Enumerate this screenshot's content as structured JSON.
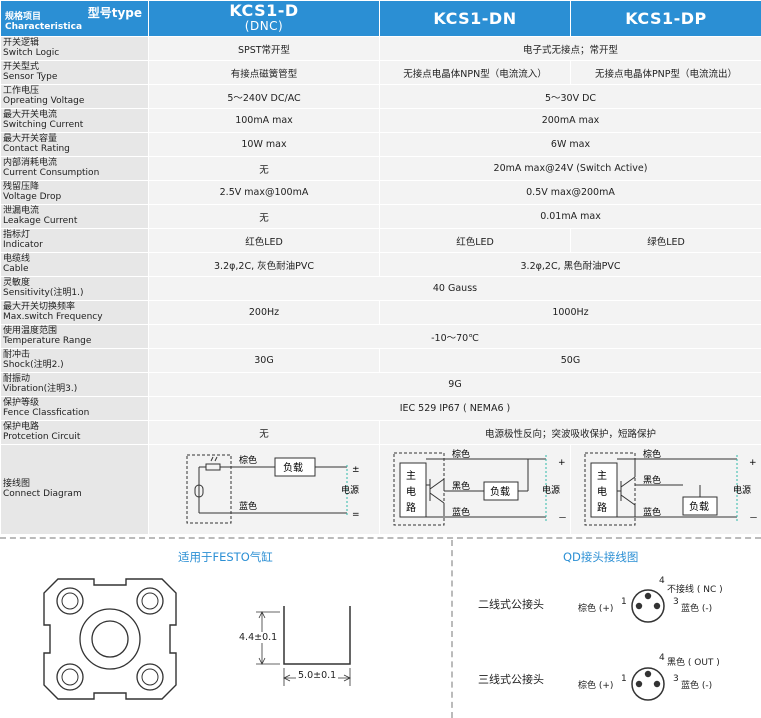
{
  "header": {
    "type_label": "型号type",
    "item_cn": "规格项目",
    "item_en": "Characteristica",
    "models": [
      {
        "name": "KCS1-D",
        "sub": "(DNC)"
      },
      {
        "name": "KCS1-DN"
      },
      {
        "name": "KCS1-DP"
      }
    ]
  },
  "rows": [
    {
      "cn": "开关逻辑",
      "en": "Switch Logic",
      "d": "SPST常开型",
      "n": "电子式无接点；常开型"
    },
    {
      "cn": "开关型式",
      "en": "Sensor Type",
      "d": "有接点磁簧管型",
      "n": "无接点电晶体NPN型（电流流入）",
      "p": "无接点电晶体PNP型（电流流出）"
    },
    {
      "cn": "工作电压",
      "en": "Opreating Voltage",
      "d": "5～240V DC/AC",
      "n": "5～30V DC"
    },
    {
      "cn": "最大开关电流",
      "en": "Switching Current",
      "d": "100mA max",
      "n": "200mA max"
    },
    {
      "cn": "最大开关容量",
      "en": "Contact Rating",
      "d": "10W max",
      "n": "6W max"
    },
    {
      "cn": "内部消耗电流",
      "en": "Current Consumption",
      "d": "无",
      "n": "20mA max@24V (Switch Active)"
    },
    {
      "cn": "残留压降",
      "en": "Voltage Drop",
      "d": "2.5V max@100mA",
      "n": "0.5V max@200mA"
    },
    {
      "cn": "泄漏电流",
      "en": "Leakage Current",
      "d": "无",
      "n": "0.01mA max"
    },
    {
      "cn": "指标灯",
      "en": "Indicator",
      "d": "红色LED",
      "n": "红色LED",
      "p": "绿色LED"
    },
    {
      "cn": "电缆线",
      "en": "Cable",
      "d": "3.2φ,2C, 灰色耐油PVC",
      "n": "3.2φ,2C, 黑色耐油PVC"
    },
    {
      "cn": "灵敏度",
      "en": "Sensitivity(注明1.)",
      "all": "40 Gauss"
    },
    {
      "cn": "最大开关切换频率",
      "en": "Max.switch Frequency",
      "d": "200Hz",
      "n": "1000Hz"
    },
    {
      "cn": "使用温度范围",
      "en": "Temperature Range",
      "all": "-10～70℃"
    },
    {
      "cn": "耐冲击",
      "en": "Shock(注明2.)",
      "d": "30G",
      "n": "50G"
    },
    {
      "cn": "耐振动",
      "en": "Vibration(注明3.)",
      "all": "9G"
    },
    {
      "cn": "保护等级",
      "en": "Fence Classfication",
      "all": "IEC  529  IP67 ( NEMA6 )"
    },
    {
      "cn": "保护电路",
      "en": "Protcetion Circuit",
      "d": "无",
      "n": "电源极性反向；突波吸收保护，短路保护"
    }
  ],
  "diagram_row": {
    "cn": "接线图",
    "en": "Connect Diagram"
  },
  "diagram": {
    "brown": "棕色",
    "blue": "蓝色",
    "black": "黑色",
    "load": "负载",
    "power": "电源",
    "plus_minus": "±",
    "equals": "=",
    "plus": "+",
    "minus": "－",
    "main_circuit": [
      "主",
      "电",
      "路"
    ]
  },
  "festo": {
    "title": "适用于FESTO气缸",
    "dim_height": "4.4±0.1",
    "dim_width": "5.0±0.1"
  },
  "qd": {
    "title": "QD接头接线图",
    "two_wire": "二线式公接头",
    "three_wire": "三线式公接头",
    "brown_plus": "棕色 (+)",
    "blue_minus": "蓝色 (-)",
    "nc": "不接线 ( NC )",
    "black_out": "黑色 ( OUT )",
    "pins": [
      "1",
      "3",
      "4"
    ]
  },
  "colors": {
    "header_blue": "#2b8fd4",
    "label_bg": "#e7e7e7",
    "value_bg": "#f3f3f3"
  }
}
